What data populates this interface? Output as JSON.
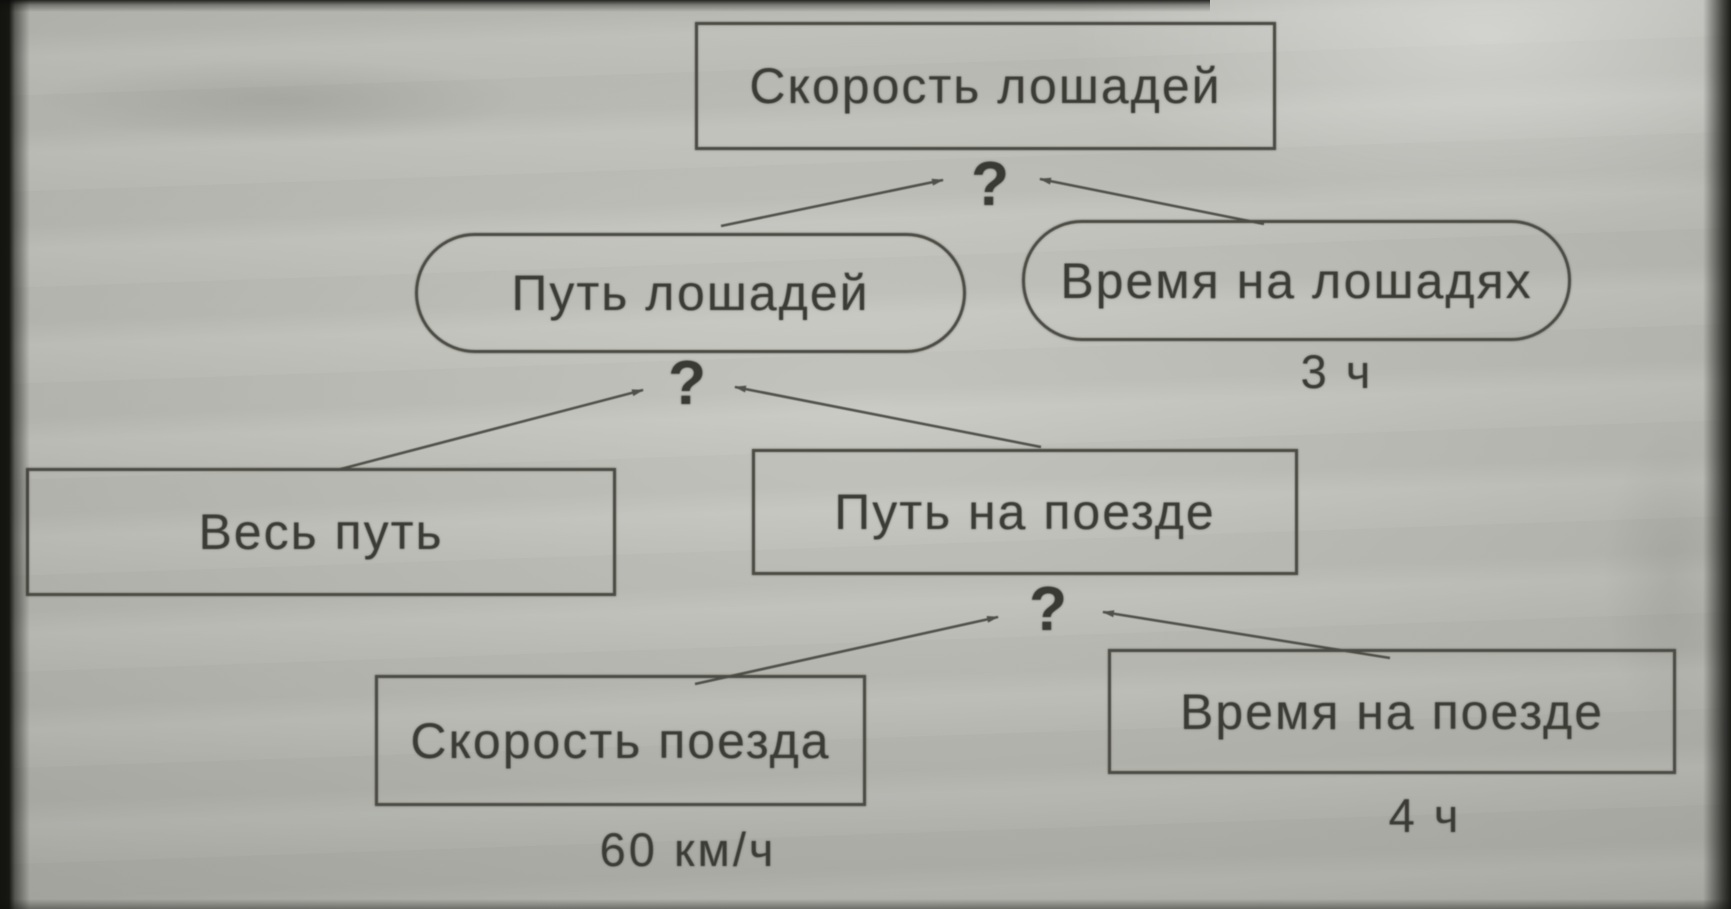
{
  "diagram": {
    "description": "Textbook problem tree diagram (photo of a page)",
    "ink_color": "#4c4c45",
    "paper_color": "#c2c3bc",
    "question_mark": "?",
    "nodes": {
      "speed_horses": {
        "label": "Скорость лошадей",
        "shape": "rect"
      },
      "path_horses": {
        "label": "Путь лошадей",
        "shape": "pill"
      },
      "time_horses": {
        "label": "Время на лошадях",
        "shape": "pill",
        "value": "3 ч"
      },
      "whole_path": {
        "label": "Весь путь",
        "shape": "rect"
      },
      "path_train": {
        "label": "Путь на поезде",
        "shape": "rect"
      },
      "speed_train": {
        "label": "Скорость поезда",
        "shape": "rect",
        "value": "60 км/ч"
      },
      "time_train": {
        "label": "Время на поезде",
        "shape": "rect",
        "value": "4 ч"
      }
    },
    "operators": {
      "q1": "?",
      "q2": "?",
      "q3": "?"
    },
    "relations": [
      "path_horses + time_horses -> q1 -> speed_horses",
      "whole_path + path_train -> q2 -> path_horses",
      "speed_train + time_train -> q3 -> path_train"
    ]
  }
}
